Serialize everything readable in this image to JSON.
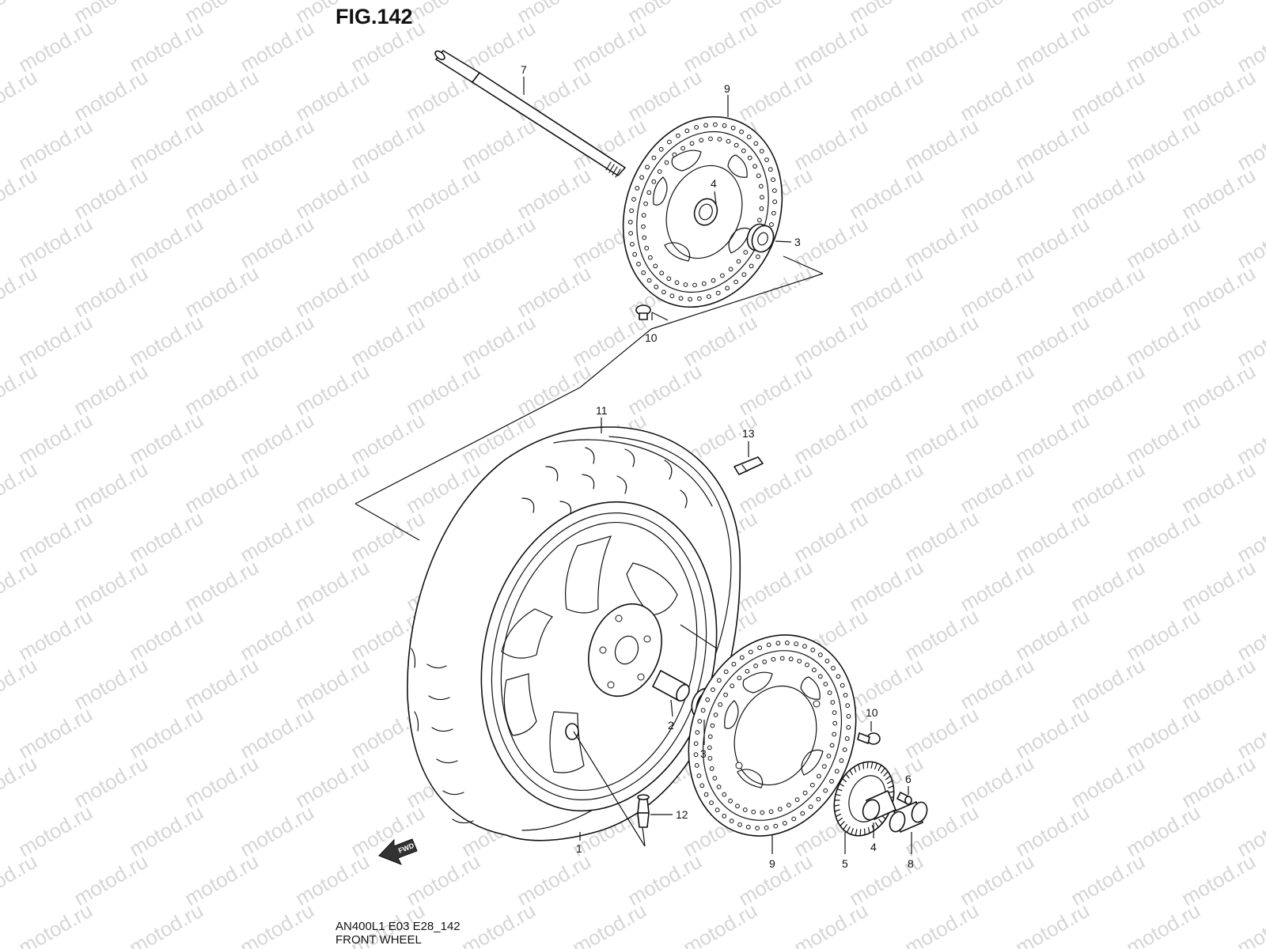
{
  "figure": {
    "title": "FIG.142",
    "code": "AN400L1 E03 E28_142",
    "name": "FRONT WHEEL",
    "watermark": "motod.ru",
    "fwd_label": "FWD"
  },
  "callouts": [
    {
      "id": "c7",
      "label": "7",
      "part": "axle"
    },
    {
      "id": "c9a",
      "label": "9",
      "part": "brake-disc-upper"
    },
    {
      "id": "c4a",
      "label": "4",
      "part": "spacer-upper"
    },
    {
      "id": "c3a",
      "label": "3",
      "part": "bearing-upper"
    },
    {
      "id": "c10a",
      "label": "10",
      "part": "disc-bolt-upper"
    },
    {
      "id": "c11",
      "label": "11",
      "part": "tire"
    },
    {
      "id": "c13",
      "label": "13",
      "part": "balance-weight"
    },
    {
      "id": "c2",
      "label": "2",
      "part": "spacer-sleeve"
    },
    {
      "id": "c3b",
      "label": "3",
      "part": "bearing-lower"
    },
    {
      "id": "c10b",
      "label": "10",
      "part": "disc-bolt-lower"
    },
    {
      "id": "c12",
      "label": "12",
      "part": "tire-valve"
    },
    {
      "id": "c1",
      "label": "1",
      "part": "wheel-rim"
    },
    {
      "id": "c9b",
      "label": "9",
      "part": "brake-disc-lower"
    },
    {
      "id": "c6",
      "label": "6",
      "part": "sensor-bolt"
    },
    {
      "id": "c5",
      "label": "5",
      "part": "sensor-ring"
    },
    {
      "id": "c4b",
      "label": "4",
      "part": "spacer-lower"
    },
    {
      "id": "c8",
      "label": "8",
      "part": "collar"
    }
  ]
}
